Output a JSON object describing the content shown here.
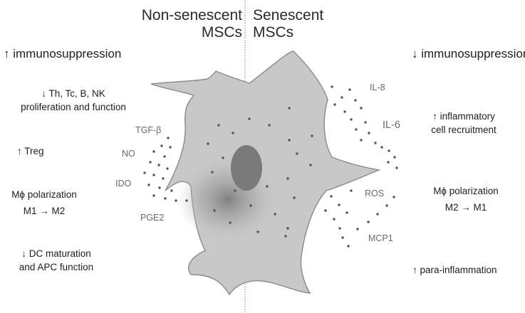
{
  "header": {
    "left_title_line1": "Non-senescent",
    "left_title_line2": "MSCs",
    "right_title_line1": "Senescent",
    "right_title_line2": "MSCs"
  },
  "left_panel": {
    "immunosuppression": "↑ immunosuppression",
    "lymphocytes_line1": "↓ Th, Tc, B, NK",
    "lymphocytes_line2": "proliferation and function",
    "treg": "↑ Treg",
    "macrophage_line1": "Mϕ polarization",
    "macrophage_line2": "M1 → M2",
    "dc_line1": "↓ DC maturation",
    "dc_line2": "and APC function"
  },
  "left_factors": {
    "tgf": "TGF-β",
    "no": "NO",
    "ido": "IDO",
    "pge2": "PGE2"
  },
  "right_panel": {
    "immunosuppression": "↓ immunosuppression",
    "recruitment_line1": "↑ inflammatory",
    "recruitment_line2": "cell recruitment",
    "macrophage_line1": "Mϕ polarization",
    "macrophage_line2": "M2 → M1",
    "parainflammation": "↑ para-inflammation"
  },
  "right_factors": {
    "il8": "IL-8",
    "il6": "IL-6",
    "ros": "ROS",
    "mcp1": "MCP1"
  },
  "colors": {
    "cell_fill": "#c8c8c8",
    "cell_outline": "#8a8a8a",
    "nucleus": "#7a7a7a",
    "dot": "#555555",
    "divider": "#9a9a9a"
  }
}
